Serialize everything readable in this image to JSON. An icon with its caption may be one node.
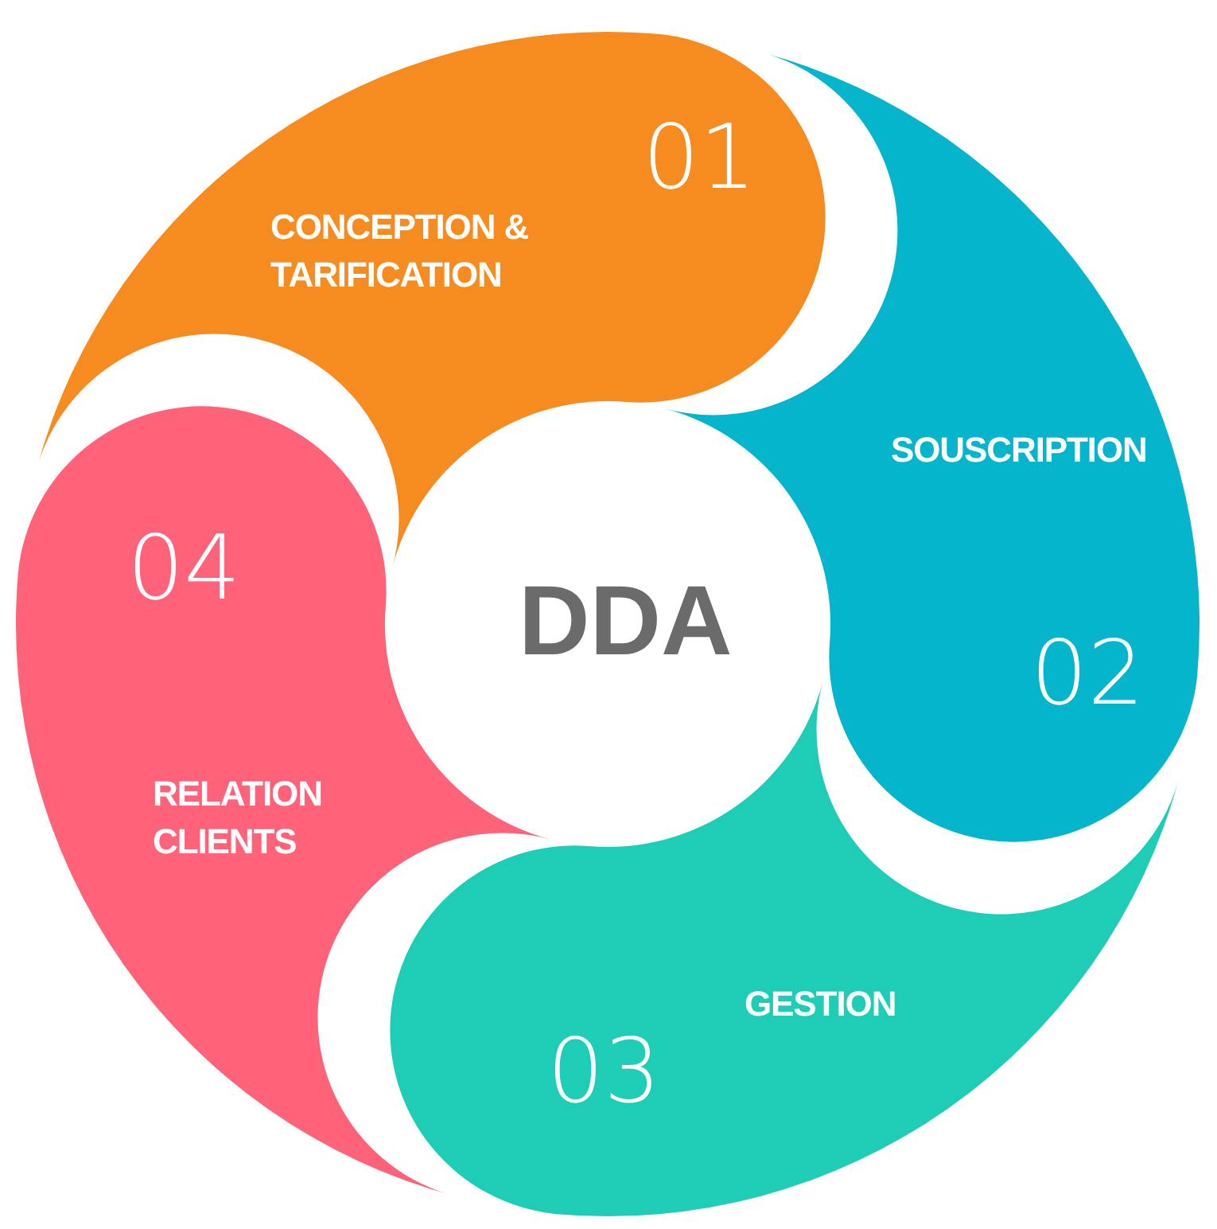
{
  "diagram": {
    "nodes": [
      {
        "text": [
          "01",
          "CONCEPTION & TARIFICATION"
        ]
      },
      {
        "text": [
          "SOUSCRIPTION",
          "02"
        ]
      },
      {
        "text": [
          "GESTION",
          "03"
        ]
      },
      {
        "text": [
          "04",
          "RELATION CLIENTS"
        ]
      }
    ],
    "labels": [
      "DDA"
    ]
  }
}
